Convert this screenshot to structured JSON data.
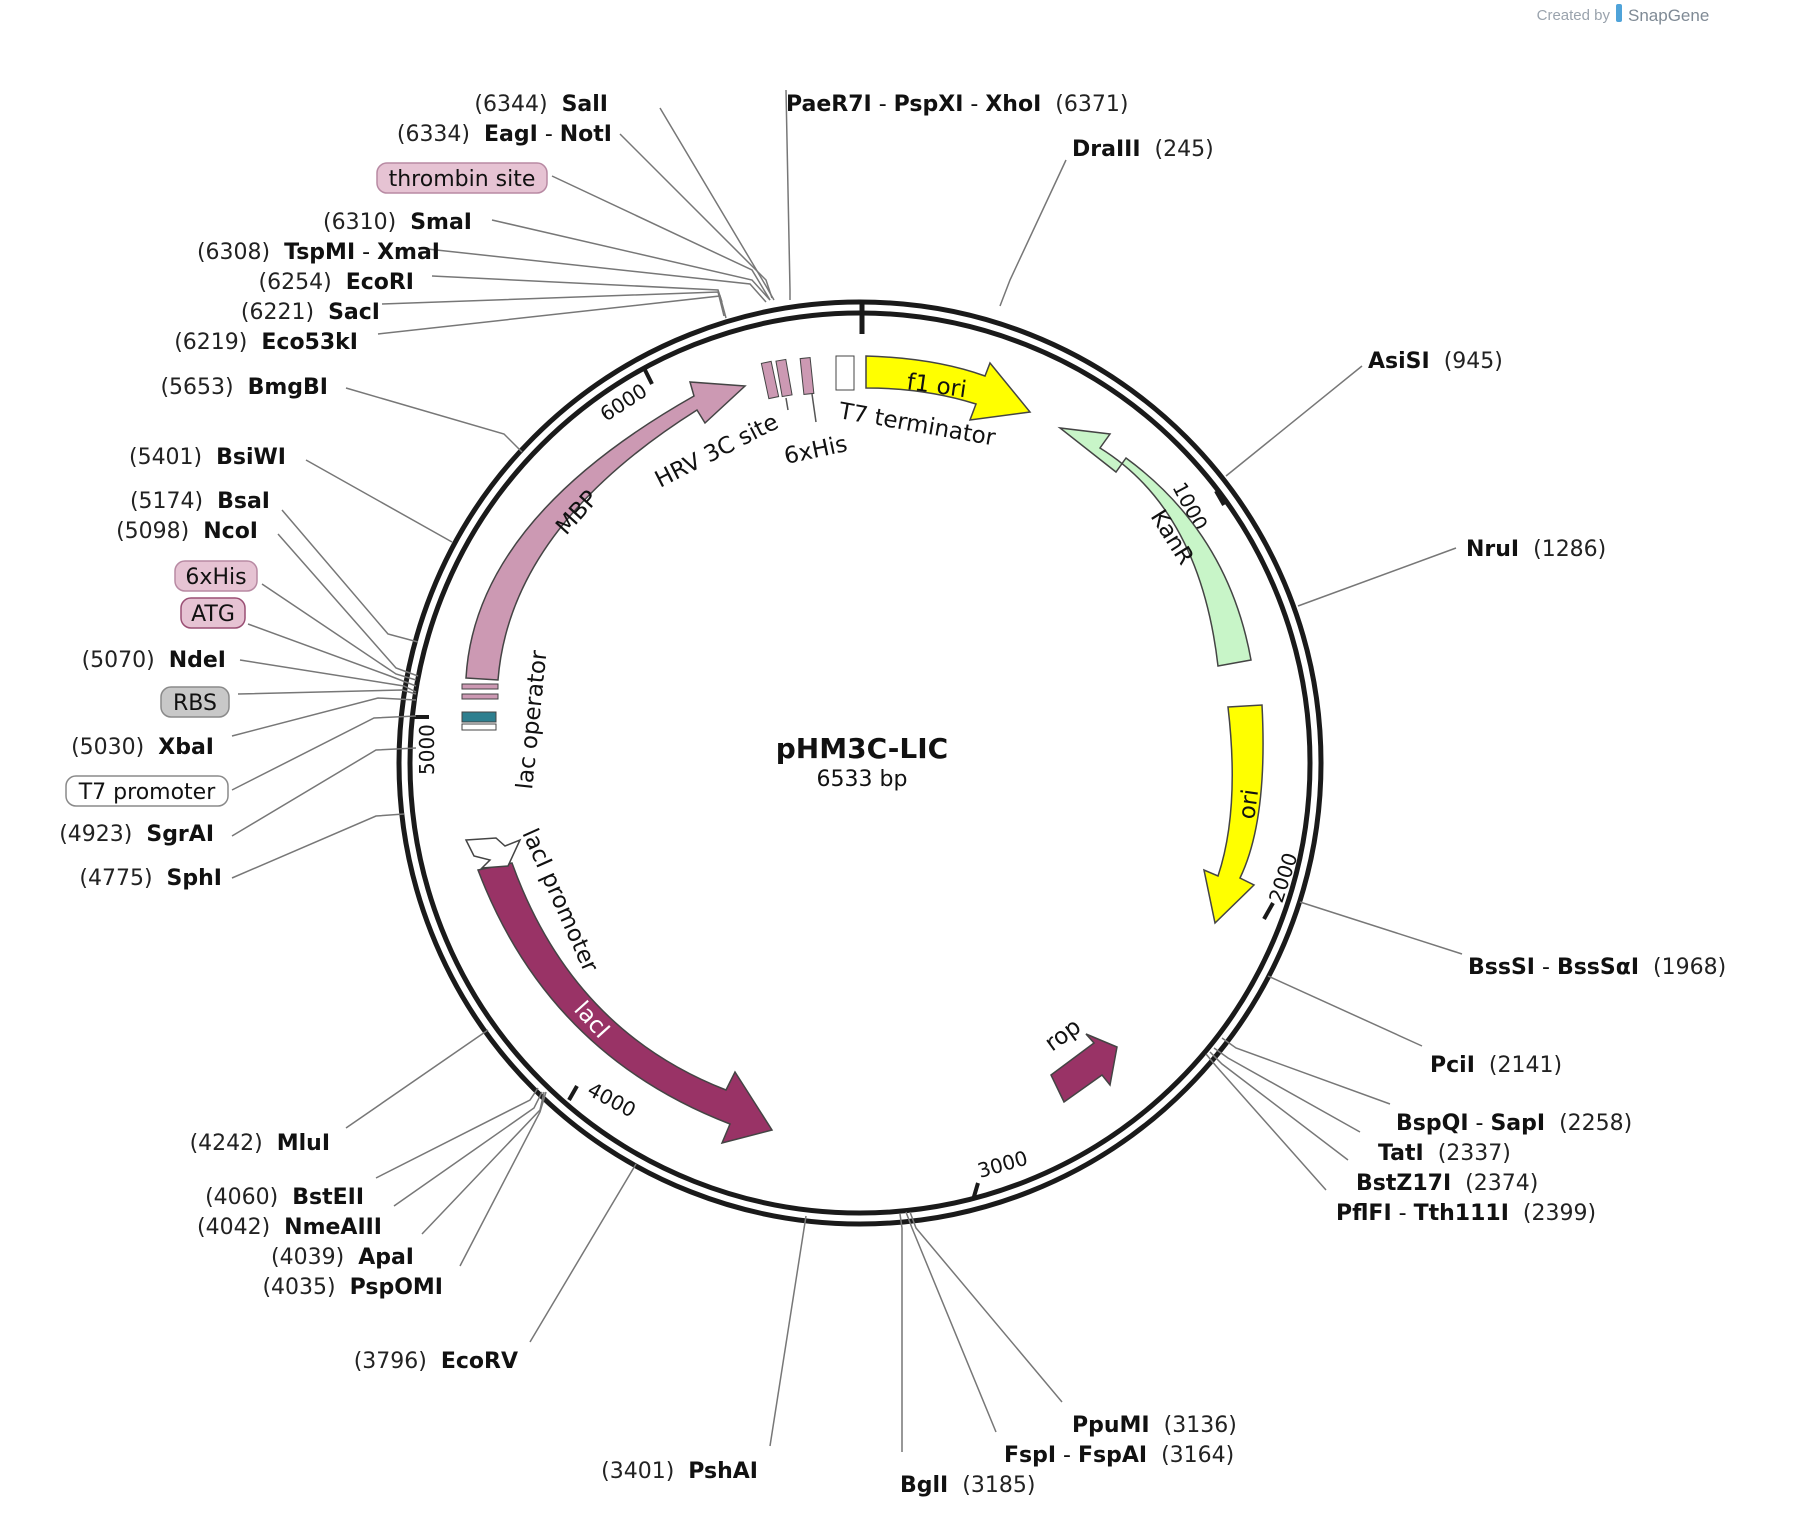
{
  "plasmid": {
    "name": "pHM3C-LIC",
    "length_label": "6533 bp"
  },
  "watermark": {
    "created_by": "Created by",
    "brand": "SnapGene",
    "brand_color": "#4fa3d9"
  },
  "ticks": [
    "1000",
    "2000",
    "3000",
    "4000",
    "5000",
    "6000"
  ],
  "features": {
    "f1_ori": {
      "label": "f1 ori",
      "color": "#ffff00"
    },
    "kanr": {
      "label": "KanR",
      "color": "#c8f5c8"
    },
    "ori": {
      "label": "ori",
      "color": "#ffff00"
    },
    "rop": {
      "label": "rop",
      "color": "#993366"
    },
    "laci": {
      "label": "lacI",
      "color": "#993366"
    },
    "laci_promoter": {
      "label": "lacI promoter"
    },
    "mbp": {
      "label": "MBP",
      "color": "#cc99b3"
    },
    "lac_operator": {
      "label": "lac operator",
      "color": "#2e7f8f"
    },
    "hrv_3c_site": {
      "label": "HRV 3C site"
    },
    "his6_inner": {
      "label": "6xHis"
    },
    "t7_terminator": {
      "label": "T7 terminator"
    }
  },
  "boxed_labels": {
    "thrombin_site": "thrombin site",
    "his6": "6xHis",
    "atg": "ATG",
    "rbs": "RBS",
    "t7_promoter": "T7 promoter"
  },
  "sites": {
    "sali": {
      "name": "SalI",
      "pos": "(6344)"
    },
    "eagi_noti": {
      "name": "EagI",
      "name2": "NotI",
      "pos": "(6334)"
    },
    "smai": {
      "name": "SmaI",
      "pos": "(6310)"
    },
    "tspmi_xmai": {
      "name": "TspMI",
      "name2": "XmaI",
      "pos": "(6308)"
    },
    "ecori": {
      "name": "EcoRI",
      "pos": "(6254)"
    },
    "saci": {
      "name": "SacI",
      "pos": "(6221)"
    },
    "eco53ki": {
      "name": "Eco53kI",
      "pos": "(6219)"
    },
    "bmgbi": {
      "name": "BmgBI",
      "pos": "(5653)"
    },
    "bsiwi": {
      "name": "BsiWI",
      "pos": "(5401)"
    },
    "bsai": {
      "name": "BsaI",
      "pos": "(5174)"
    },
    "ncoi": {
      "name": "NcoI",
      "pos": "(5098)"
    },
    "ndei": {
      "name": "NdeI",
      "pos": "(5070)"
    },
    "xbai": {
      "name": "XbaI",
      "pos": "(5030)"
    },
    "sgrai": {
      "name": "SgrAI",
      "pos": "(4923)"
    },
    "sphi": {
      "name": "SphI",
      "pos": "(4775)"
    },
    "mlui": {
      "name": "MluI",
      "pos": "(4242)"
    },
    "bsteii": {
      "name": "BstEII",
      "pos": "(4060)"
    },
    "nmeaiii": {
      "name": "NmeAIII",
      "pos": "(4042)"
    },
    "apai": {
      "name": "ApaI",
      "pos": "(4039)"
    },
    "pspomi": {
      "name": "PspOMI",
      "pos": "(4035)"
    },
    "ecorv": {
      "name": "EcoRV",
      "pos": "(3796)"
    },
    "pshai": {
      "name": "PshAI",
      "pos": "(3401)"
    },
    "bgli": {
      "name": "BglI",
      "pos": "(3185)"
    },
    "fspi_fspai": {
      "name": "FspI",
      "name2": "FspAI",
      "pos": "(3164)"
    },
    "ppumi": {
      "name": "PpuMI",
      "pos": "(3136)"
    },
    "pflfi_tth111i": {
      "name": "PflFI",
      "name2": "Tth111I",
      "pos": "(2399)"
    },
    "bstz17i": {
      "name": "BstZ17I",
      "pos": "(2374)"
    },
    "tati": {
      "name": "TatI",
      "pos": "(2337)"
    },
    "bspqi_sapi": {
      "name": "BspQI",
      "name2": "SapI",
      "pos": "(2258)"
    },
    "pcii": {
      "name": "PciI",
      "pos": "(2141)"
    },
    "bsssi_bsssai": {
      "name": "BssSI",
      "name2": "BssSαI",
      "pos": "(1968)"
    },
    "nrui": {
      "name": "NruI",
      "pos": "(1286)"
    },
    "asisi": {
      "name": "AsiSI",
      "pos": "(945)"
    },
    "draiii": {
      "name": "DraIII",
      "pos": "(245)"
    },
    "paer7i_pspxi_xhoi": {
      "name": "PaeR7I",
      "name2": "PspXI",
      "name3": "XhoI",
      "pos": "(6371)"
    }
  }
}
